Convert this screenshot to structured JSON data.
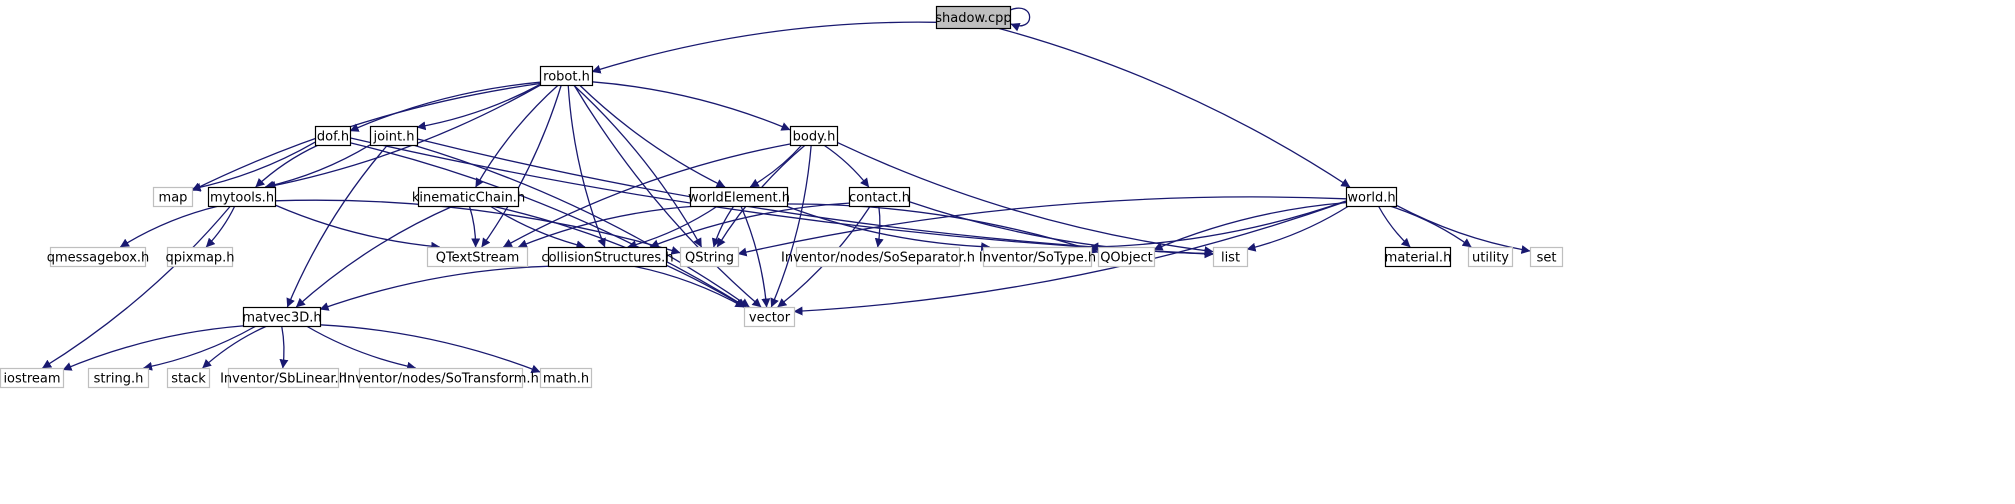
{
  "graph": {
    "nodes": [
      {
        "id": "shadow",
        "label": "shadow.cpp",
        "style": "main"
      },
      {
        "id": "robot",
        "label": "robot.h",
        "style": "doc"
      },
      {
        "id": "world",
        "label": "world.h",
        "style": "doc"
      },
      {
        "id": "map",
        "label": "map",
        "style": "ext"
      },
      {
        "id": "mytools",
        "label": "mytools.h",
        "style": "doc"
      },
      {
        "id": "dof",
        "label": "dof.h",
        "style": "doc"
      },
      {
        "id": "joint",
        "label": "joint.h",
        "style": "doc"
      },
      {
        "id": "kinematic",
        "label": "kinematicChain.h",
        "style": "doc"
      },
      {
        "id": "body",
        "label": "body.h",
        "style": "doc"
      },
      {
        "id": "worldelement",
        "label": "worldElement.h",
        "style": "doc"
      },
      {
        "id": "contact",
        "label": "contact.h",
        "style": "doc"
      },
      {
        "id": "qmessagebox",
        "label": "qmessagebox.h",
        "style": "ext"
      },
      {
        "id": "qpixmap",
        "label": "qpixmap.h",
        "style": "ext"
      },
      {
        "id": "qtextstream",
        "label": "QTextStream",
        "style": "ext"
      },
      {
        "id": "collision",
        "label": "collisionStructures.h",
        "style": "doc"
      },
      {
        "id": "qstring",
        "label": "QString",
        "style": "ext"
      },
      {
        "id": "soseparator",
        "label": "Inventor/nodes/SoSeparator.h",
        "style": "ext"
      },
      {
        "id": "sotype",
        "label": "Inventor/SoType.h",
        "style": "ext"
      },
      {
        "id": "qobject",
        "label": "QObject",
        "style": "ext"
      },
      {
        "id": "list",
        "label": "list",
        "style": "ext"
      },
      {
        "id": "material",
        "label": "material.h",
        "style": "doc"
      },
      {
        "id": "utility",
        "label": "utility",
        "style": "ext"
      },
      {
        "id": "set",
        "label": "set",
        "style": "ext"
      },
      {
        "id": "matvec",
        "label": "matvec3D.h",
        "style": "doc"
      },
      {
        "id": "vector",
        "label": "vector",
        "style": "ext"
      },
      {
        "id": "iostream",
        "label": "iostream",
        "style": "ext"
      },
      {
        "id": "stringh",
        "label": "string.h",
        "style": "ext"
      },
      {
        "id": "stack",
        "label": "stack",
        "style": "ext"
      },
      {
        "id": "sblinear",
        "label": "Inventor/SbLinear.h",
        "style": "ext"
      },
      {
        "id": "sotransform",
        "label": "Inventor/nodes/SoTransform.h",
        "style": "ext"
      },
      {
        "id": "mathh",
        "label": "math.h",
        "style": "ext"
      }
    ],
    "edges": [
      [
        "shadow",
        "shadow"
      ],
      [
        "shadow",
        "robot"
      ],
      [
        "shadow",
        "world"
      ],
      [
        "robot",
        "map"
      ],
      [
        "robot",
        "mytools"
      ],
      [
        "robot",
        "dof"
      ],
      [
        "robot",
        "joint"
      ],
      [
        "robot",
        "kinematic"
      ],
      [
        "robot",
        "qtextstream"
      ],
      [
        "robot",
        "collision"
      ],
      [
        "robot",
        "qstring"
      ],
      [
        "robot",
        "worldelement"
      ],
      [
        "robot",
        "body"
      ],
      [
        "robot",
        "vector"
      ],
      [
        "dof",
        "map"
      ],
      [
        "dof",
        "mytools"
      ],
      [
        "dof",
        "vector"
      ],
      [
        "dof",
        "list"
      ],
      [
        "joint",
        "mytools"
      ],
      [
        "joint",
        "matvec"
      ],
      [
        "joint",
        "vector"
      ],
      [
        "joint",
        "list"
      ],
      [
        "mytools",
        "iostream"
      ],
      [
        "mytools",
        "qmessagebox"
      ],
      [
        "mytools",
        "qpixmap"
      ],
      [
        "mytools",
        "qtextstream"
      ],
      [
        "mytools",
        "qstring"
      ],
      [
        "kinematic",
        "matvec"
      ],
      [
        "kinematic",
        "qtextstream"
      ],
      [
        "kinematic",
        "collision"
      ],
      [
        "kinematic",
        "vector"
      ],
      [
        "body",
        "qtextstream"
      ],
      [
        "body",
        "worldelement"
      ],
      [
        "body",
        "qstring"
      ],
      [
        "body",
        "contact"
      ],
      [
        "body",
        "list"
      ],
      [
        "body",
        "vector"
      ],
      [
        "worldelement",
        "qtextstream"
      ],
      [
        "worldelement",
        "collision"
      ],
      [
        "worldelement",
        "qstring"
      ],
      [
        "worldelement",
        "vector"
      ],
      [
        "worldelement",
        "sotype"
      ],
      [
        "worldelement",
        "qobject"
      ],
      [
        "contact",
        "collision"
      ],
      [
        "contact",
        "soseparator"
      ],
      [
        "contact",
        "list"
      ],
      [
        "contact",
        "vector"
      ],
      [
        "collision",
        "matvec"
      ],
      [
        "collision",
        "vector"
      ],
      [
        "world",
        "qstring"
      ],
      [
        "world",
        "sotype"
      ],
      [
        "world",
        "qobject"
      ],
      [
        "world",
        "list"
      ],
      [
        "world",
        "material"
      ],
      [
        "world",
        "utility"
      ],
      [
        "world",
        "set"
      ],
      [
        "world",
        "vector"
      ],
      [
        "matvec",
        "iostream"
      ],
      [
        "matvec",
        "stringh"
      ],
      [
        "matvec",
        "stack"
      ],
      [
        "matvec",
        "sblinear"
      ],
      [
        "matvec",
        "sotransform"
      ],
      [
        "matvec",
        "mathh"
      ]
    ]
  }
}
